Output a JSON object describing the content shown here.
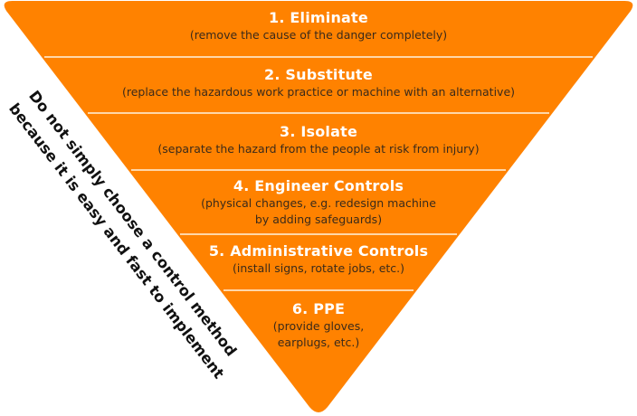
{
  "diagram": {
    "type": "inverted-pyramid",
    "fill_color": "#FF8200",
    "divider_color": "#FFD7A8",
    "tiers": [
      {
        "rank": 1,
        "title": "1. Eliminate",
        "desc": [
          "(remove the cause of the danger completely)"
        ]
      },
      {
        "rank": 2,
        "title": "2. Substitute",
        "desc": [
          "(replace the hazardous work practice or machine with an alternative)"
        ]
      },
      {
        "rank": 3,
        "title": "3. Isolate",
        "desc": [
          "(separate the hazard from the people at risk from injury)"
        ]
      },
      {
        "rank": 4,
        "title": "4. Engineer Controls",
        "desc": [
          "(physical changes, e.g. redesign machine",
          "by adding safeguards)"
        ]
      },
      {
        "rank": 5,
        "title": "5. Administrative Controls",
        "desc": [
          "(install signs, rotate jobs, etc.)"
        ]
      },
      {
        "rank": 6,
        "title": "6. PPE",
        "desc": [
          "(provide gloves,",
          "earplugs, etc.)"
        ]
      }
    ],
    "side_note": {
      "line1": "Do not simply choose a control method",
      "line2": "because it is easy and fast to implement"
    }
  }
}
